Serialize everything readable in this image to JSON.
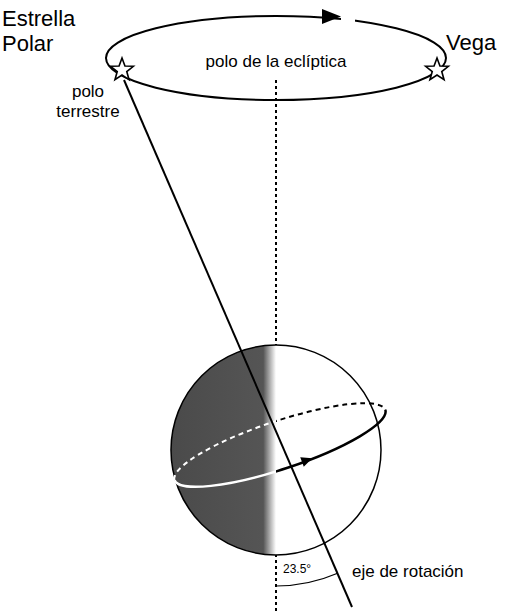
{
  "diagram": {
    "labels": [
      "Estrella Polar",
      "Vega",
      "polo de la eclíptica",
      "polo terrestre",
      "eje de rotación",
      "23.5°"
    ]
  }
}
